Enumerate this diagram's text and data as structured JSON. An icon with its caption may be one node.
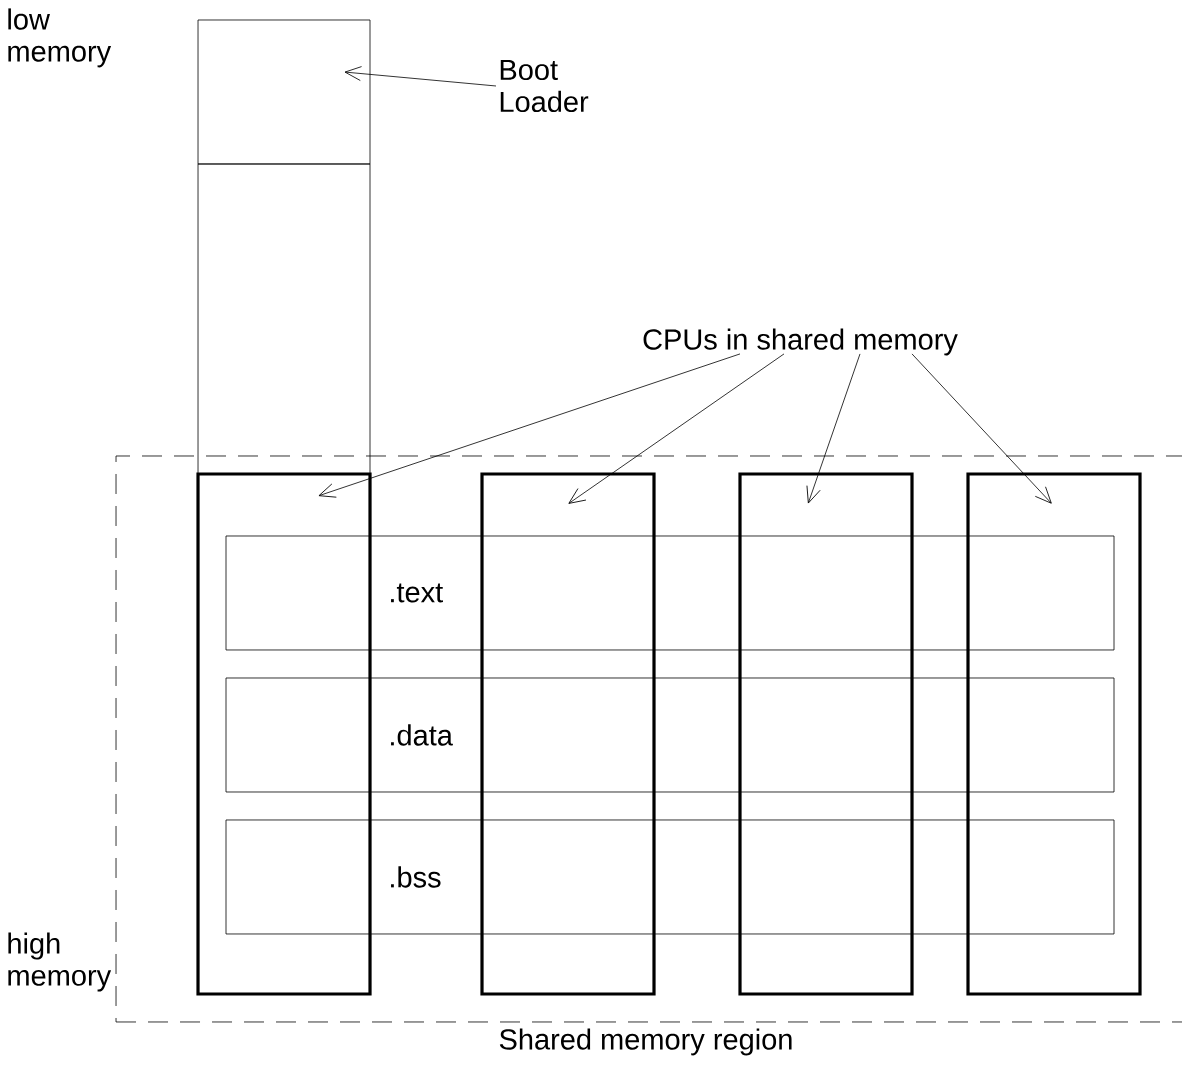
{
  "diagram": {
    "nodes": [
      {
        "text": [],
        "shape": "box"
      },
      {
        "text": [
          "Boot Loader"
        ]
      },
      {
        "text": [],
        "shape": "box"
      },
      {
        "text": [
          "CPUs in shared memory"
        ]
      },
      {
        "text": [
          "Shared memory region"
        ]
      },
      {
        "text": [],
        "shape": "box",
        "in": 4
      },
      {
        "text": [],
        "shape": "box",
        "in": 4
      },
      {
        "text": [],
        "shape": "box",
        "in": 4
      },
      {
        "text": [],
        "shape": "box",
        "in": 4
      },
      {
        "text": [
          ".text"
        ],
        "in": 4
      },
      {
        "text": [
          ".data"
        ],
        "in": 4
      },
      {
        "text": [
          ".bss"
        ],
        "in": 4
      }
    ],
    "edges": [
      {
        "from": 1,
        "to": 0,
        "arrow": "to"
      },
      {
        "from": 3,
        "to": 5,
        "arrow": "to"
      },
      {
        "from": 3,
        "to": 6,
        "arrow": "to"
      },
      {
        "from": 3,
        "to": 7,
        "arrow": "to"
      },
      {
        "from": 3,
        "to": 8,
        "arrow": "to"
      }
    ],
    "labels": [
      "low memory",
      "high memory"
    ]
  }
}
